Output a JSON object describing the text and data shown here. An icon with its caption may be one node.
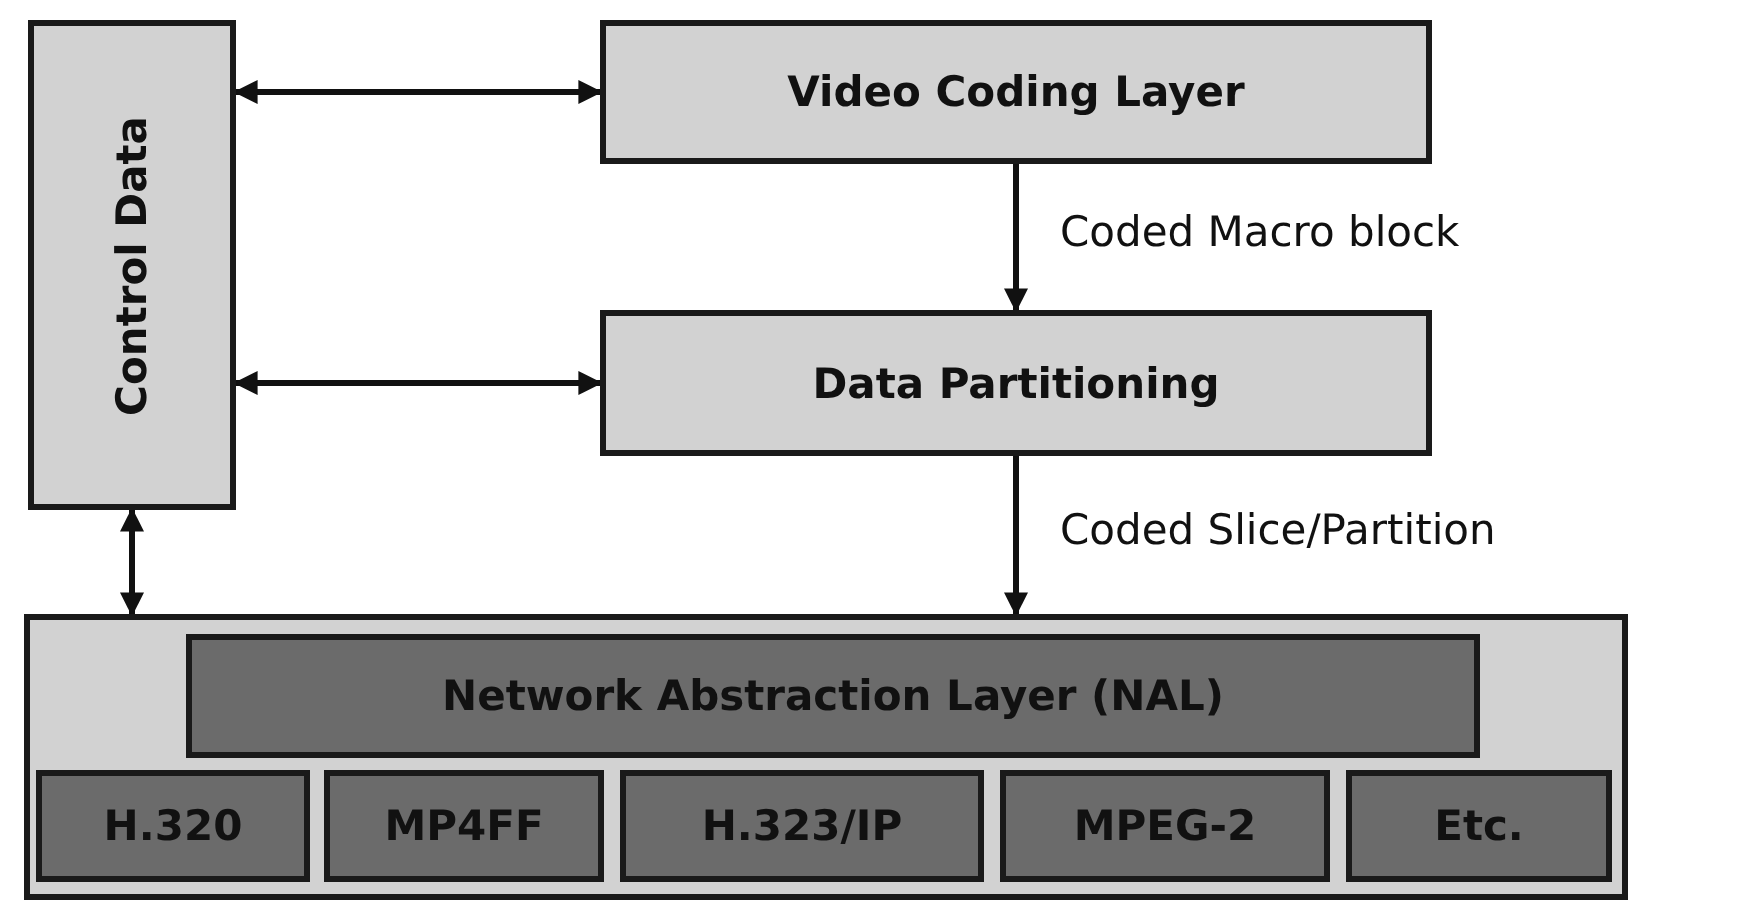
{
  "diagram": {
    "nodes": [
      {
        "text": [
          "Control Data"
        ]
      },
      {
        "text": [
          "Video Coding Layer"
        ]
      },
      {
        "text": [
          "Data Partitioning"
        ]
      },
      {
        "text": [],
        "shape": "box"
      },
      {
        "text": [
          "Network Abstraction Layer (NAL)"
        ],
        "in": 3
      },
      {
        "text": [
          "H.320"
        ],
        "in": 3
      },
      {
        "text": [
          "MP4FF"
        ],
        "in": 3
      },
      {
        "text": [
          "H.323/IP"
        ],
        "in": 3
      },
      {
        "text": [
          "MPEG-2"
        ],
        "in": 3
      },
      {
        "text": [
          "Etc."
        ],
        "in": 3
      }
    ],
    "edges": [
      {
        "from": 0,
        "to": 1,
        "arrow": "both"
      },
      {
        "from": 1,
        "to": 2,
        "arrow": "to",
        "label": "Coded Macro block"
      },
      {
        "from": 0,
        "to": 2,
        "arrow": "both"
      },
      {
        "from": 2,
        "to": 3,
        "arrow": "to",
        "label": "Coded Slice/Partition"
      },
      {
        "from": 0,
        "to": 3,
        "arrow": "both"
      }
    ]
  }
}
